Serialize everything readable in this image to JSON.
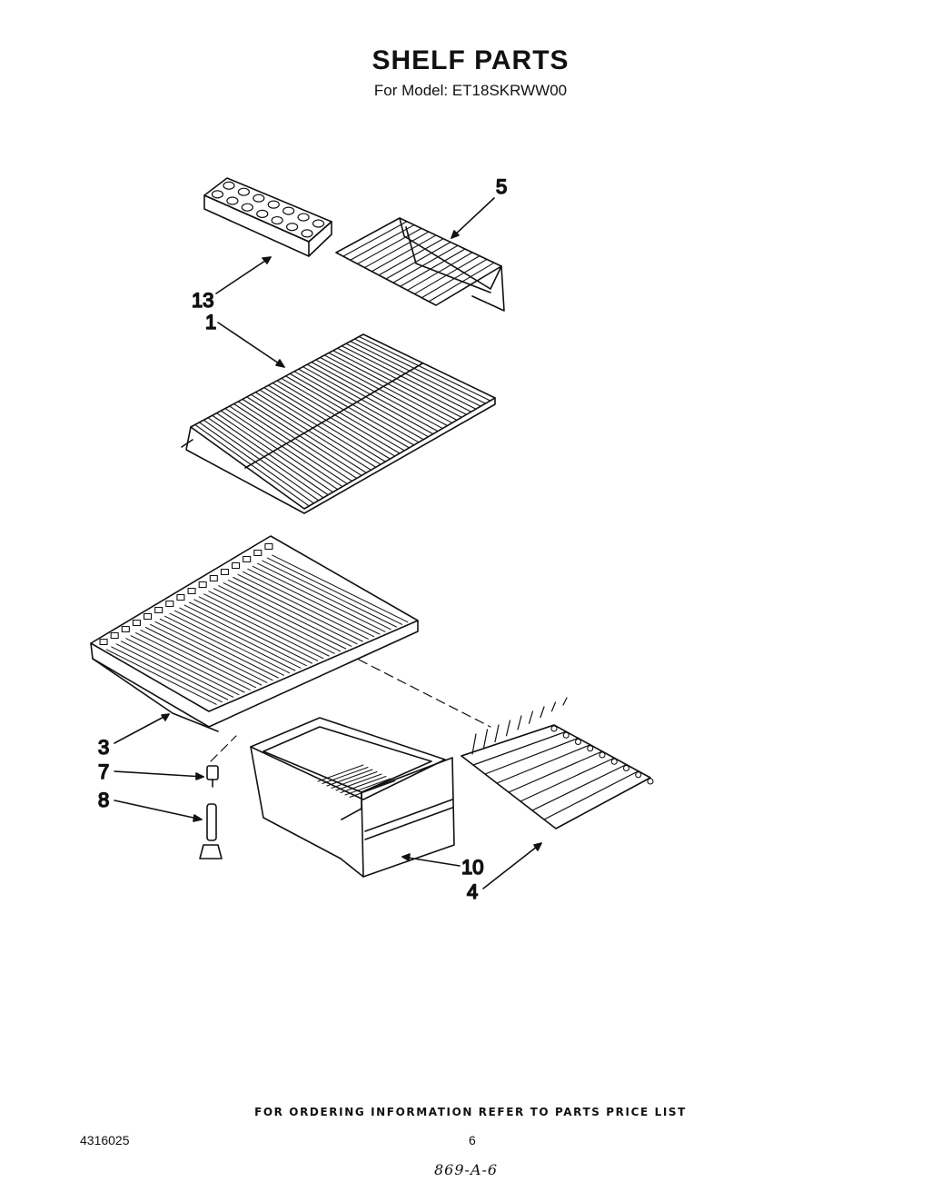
{
  "header": {
    "title": "SHELF PARTS",
    "subtitle": "For Model: ET18SKRWW00"
  },
  "callouts": [
    {
      "id": "13",
      "label": "13"
    },
    {
      "id": "1",
      "label": "1"
    },
    {
      "id": "5",
      "label": "5"
    },
    {
      "id": "3",
      "label": "3"
    },
    {
      "id": "7",
      "label": "7"
    },
    {
      "id": "8",
      "label": "8"
    },
    {
      "id": "10",
      "label": "10"
    },
    {
      "id": "4",
      "label": "4"
    }
  ],
  "footer": {
    "ordering_note": "FOR ORDERING INFORMATION REFER TO PARTS PRICE LIST",
    "doc_number": "4316025",
    "page_number": "6",
    "handwritten_code": "869-A-6"
  }
}
